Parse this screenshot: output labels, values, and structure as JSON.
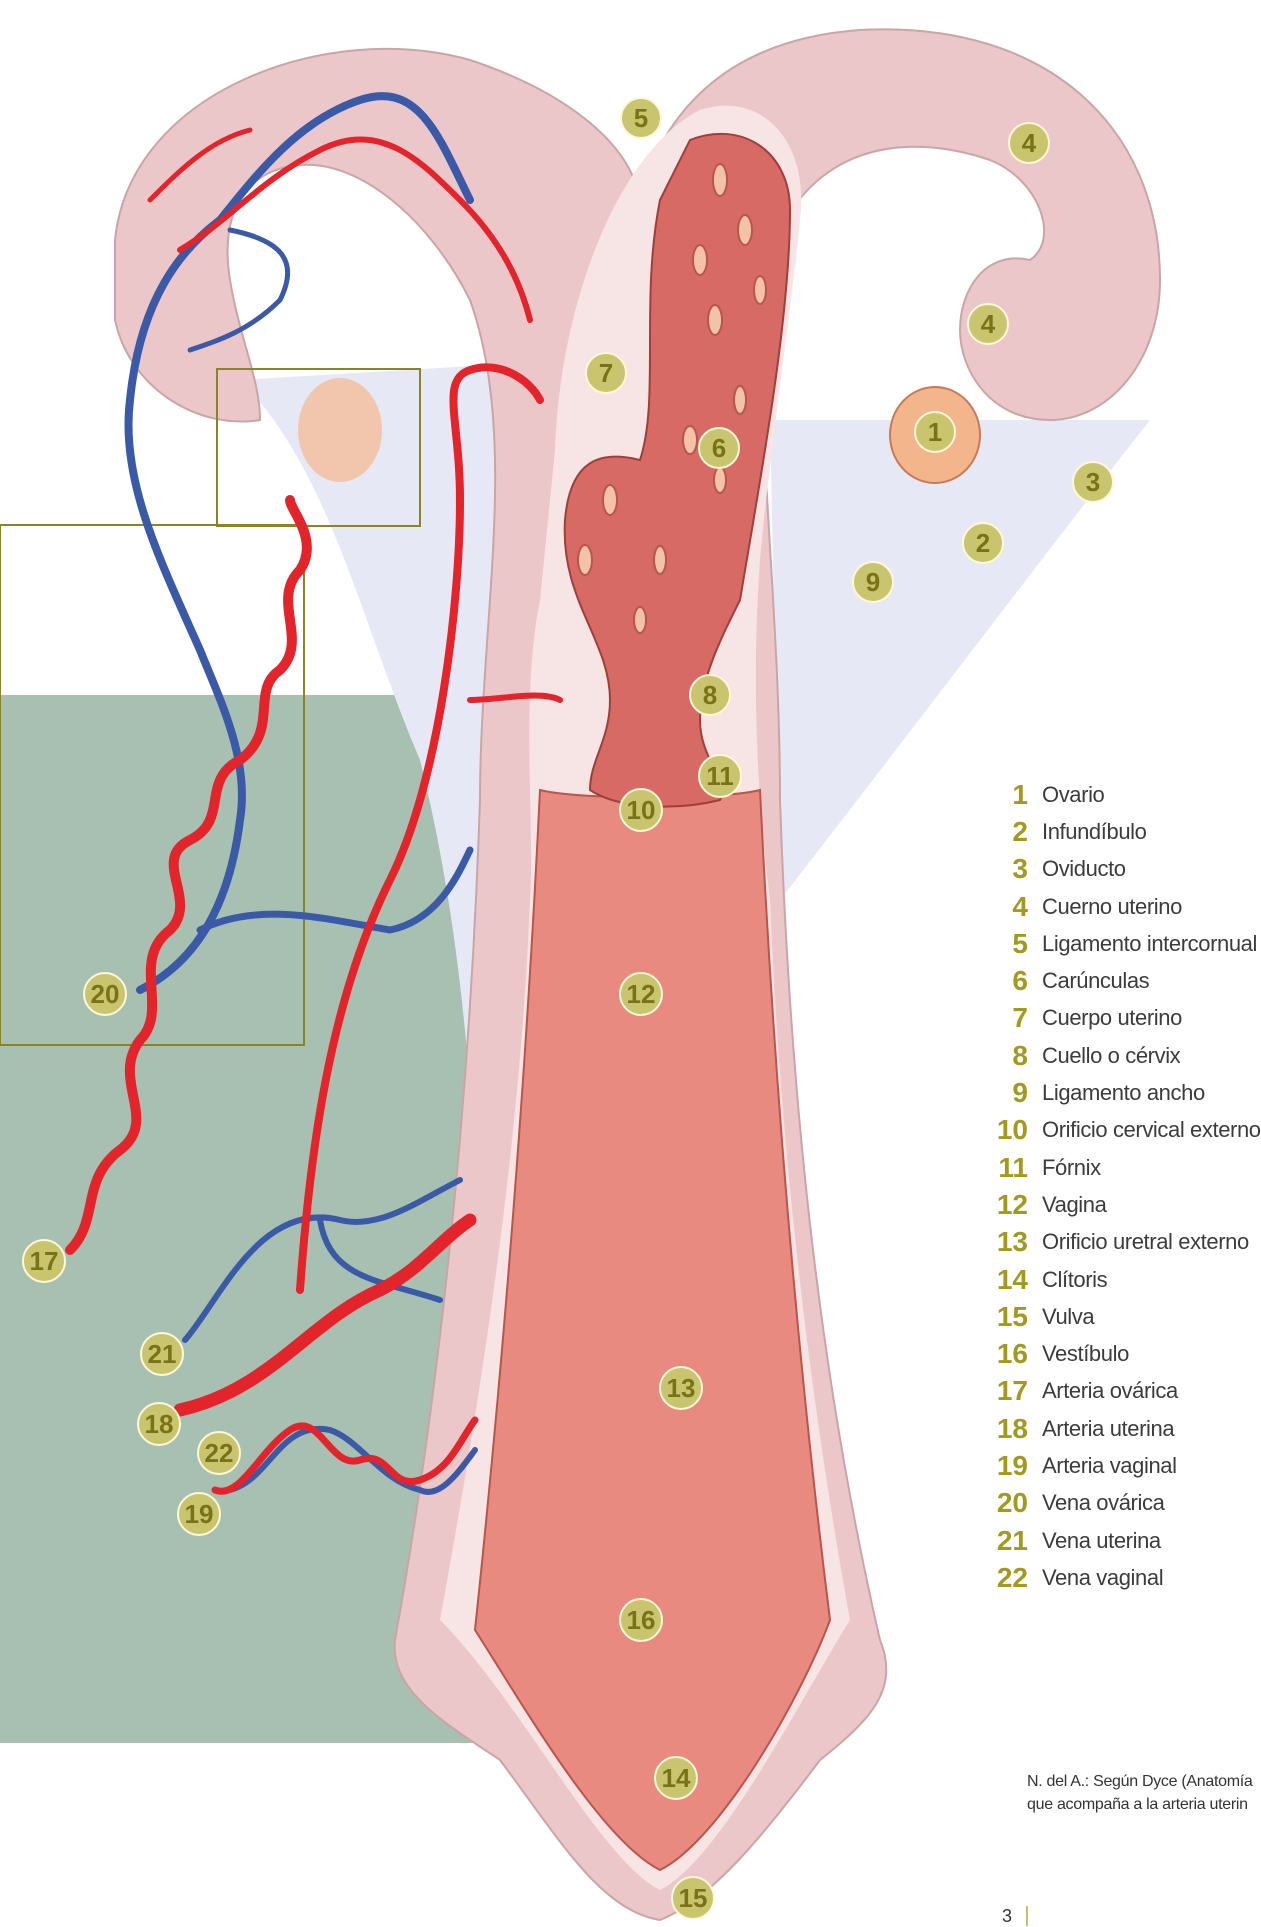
{
  "legend": {
    "items": [
      {
        "number": "1",
        "label": "Ovario"
      },
      {
        "number": "2",
        "label": "Infundíbulo"
      },
      {
        "number": "3",
        "label": "Oviducto"
      },
      {
        "number": "4",
        "label": "Cuerno uterino"
      },
      {
        "number": "5",
        "label": "Ligamento intercornual"
      },
      {
        "number": "6",
        "label": "Carúnculas"
      },
      {
        "number": "7",
        "label": "Cuerpo uterino"
      },
      {
        "number": "8",
        "label": "Cuello o cérvix"
      },
      {
        "number": "9",
        "label": "Ligamento ancho"
      },
      {
        "number": "10",
        "label": "Orificio cervical externo"
      },
      {
        "number": "11",
        "label": "Fórnix"
      },
      {
        "number": "12",
        "label": "Vagina"
      },
      {
        "number": "13",
        "label": "Orificio uretral externo"
      },
      {
        "number": "14",
        "label": "Clítoris"
      },
      {
        "number": "15",
        "label": "Vulva"
      },
      {
        "number": "16",
        "label": "Vestíbulo"
      },
      {
        "number": "17",
        "label": "Arteria ovárica"
      },
      {
        "number": "18",
        "label": "Arteria uterina"
      },
      {
        "number": "19",
        "label": "Arteria vaginal"
      },
      {
        "number": "20",
        "label": "Vena ovárica"
      },
      {
        "number": "21",
        "label": "Vena uterina"
      },
      {
        "number": "22",
        "label": "Vena vaginal"
      }
    ]
  },
  "badges": [
    "1",
    "2",
    "3",
    "4",
    "4",
    "5",
    "6",
    "7",
    "8",
    "9",
    "10",
    "11",
    "12",
    "13",
    "14",
    "15",
    "16",
    "17",
    "18",
    "19",
    "20",
    "21",
    "22"
  ],
  "note": {
    "line1": "N. del A.: Según Dyce (Anatomía",
    "line2": "que acompaña a la arteria uterin"
  },
  "page_number": "3",
  "colors": {
    "artery": "#e3242b",
    "vein": "#3a5aa8",
    "uterus_wall": "#ecc7c9",
    "mucosa": "#e88a80",
    "broad_ligament": "#e6e9f5",
    "inset_background": "#a8c0b2",
    "badge": "#c9c56f",
    "legend_number": "#a39a1d"
  }
}
